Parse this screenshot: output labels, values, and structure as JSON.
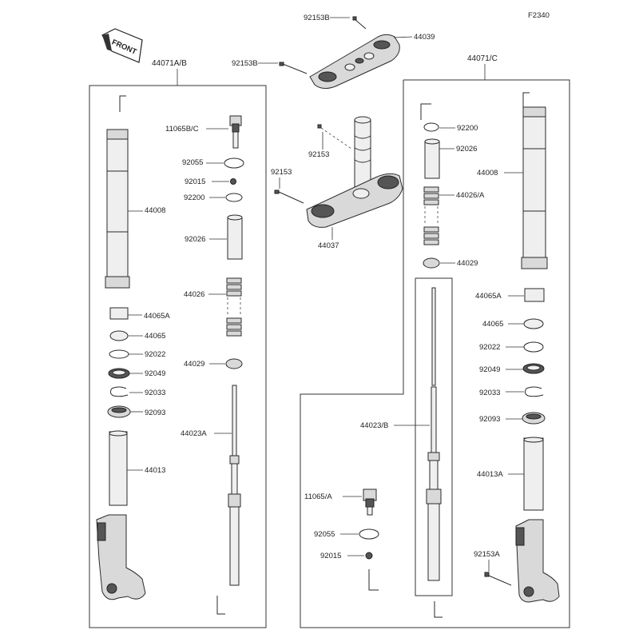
{
  "diagram": {
    "figure_code": "F2340",
    "front_badge": "FRONT",
    "assemblies": {
      "left": "44071A/B",
      "right": "44071/C"
    },
    "top_labels": {
      "upper_bracket_bolt_a": "92153B",
      "upper_bracket_bolt_b": "92153B",
      "upper_bracket": "44039",
      "lower_bracket_bolt_a": "92153",
      "lower_bracket_bolt_b": "92153",
      "lower_bracket": "44037"
    },
    "left_labels": {
      "outer_tube": "44008",
      "guide_bush_a": "44065A",
      "guide_bush_b": "44065",
      "washer": "92022",
      "oil_seal": "92049",
      "circlip": "92033",
      "dust_seal": "92093",
      "inner_tube": "44013",
      "cap_bolt": "11065B/C",
      "oring": "92055",
      "nut": "92015",
      "ring": "92200",
      "spacer": "92026",
      "spring": "44026",
      "collar": "44029",
      "cartridge": "44023A"
    },
    "right_labels": {
      "ring": "92200",
      "spacer": "92026",
      "spring": "44026/A",
      "collar": "44029",
      "outer_tube": "44008",
      "guide_bush_a": "44065A",
      "guide_bush_b": "44065",
      "washer": "92022",
      "oil_seal": "92049",
      "circlip": "92033",
      "dust_seal": "92093",
      "inner_tube": "44013A",
      "axle_bolt": "92153A",
      "cartridge": "44023/B",
      "cap_bolt": "11065/A",
      "oring": "92055",
      "nut": "92015"
    }
  }
}
